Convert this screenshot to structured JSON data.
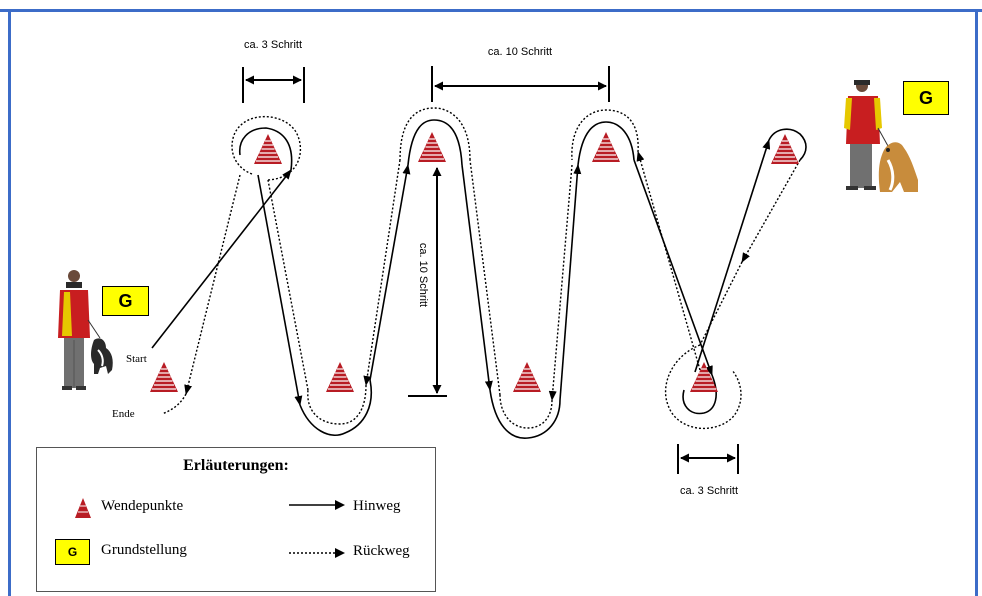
{
  "dimensions": {
    "top_left": "ca. 3 Schritt",
    "top_middle": "ca. 10 Schritt",
    "vertical": "ca. 10 Schritt",
    "bottom_right": "ca. 3 Schritt"
  },
  "start_label": "Start",
  "end_label": "Ende",
  "marker_g": "G",
  "legend": {
    "title": "Erläuterungen:",
    "turning_points": "Wendepunkte",
    "basic_position": "Grundstellung",
    "basic_position_marker": "G",
    "outward": "Hinweg",
    "return": "Rückweg"
  },
  "colors": {
    "frame": "#3c6cc8",
    "cone": "#b81c24",
    "marker": "#ffff00"
  }
}
